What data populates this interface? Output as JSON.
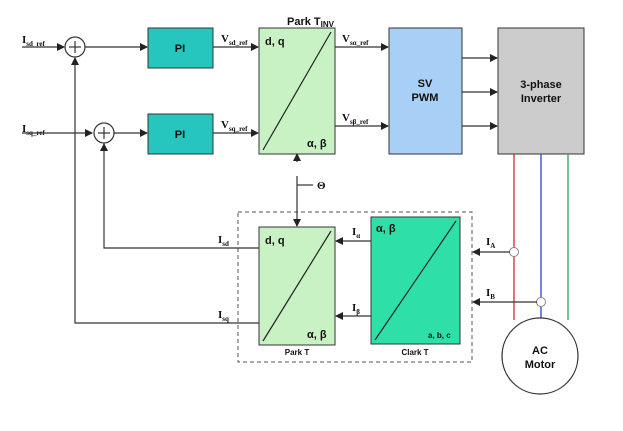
{
  "inputs": {
    "isd_ref": "I",
    "isd_ref_sub": "sd_ref",
    "isq_ref": "I",
    "isq_ref_sub": "sq_ref"
  },
  "pi_blocks": [
    {
      "label": "PI"
    },
    {
      "label": "PI"
    }
  ],
  "references": {
    "vsd_ref": "V",
    "vsd_ref_sub": "sd_ref",
    "vsq_ref": "V",
    "vsq_ref_sub": "sq_ref",
    "vsa_ref": "V",
    "vsa_ref_sub": "sα_ref",
    "vsb_ref": "V",
    "vsb_ref_sub": "sβ_ref"
  },
  "park_inv": {
    "title": "Park T",
    "title_sub": "INV",
    "top_label": "d, q",
    "bottom_label": "α, β"
  },
  "svpwm": {
    "line1": "SV",
    "line2": "PWM"
  },
  "inverter": {
    "line1": "3-phase",
    "line2": "Inverter"
  },
  "theta": "Θ",
  "park_t": {
    "title": "Park T",
    "top_label": "d, q",
    "bottom_label": "α, β"
  },
  "clark_t": {
    "title": "Clark T",
    "top_label": "α, β",
    "bottom_label": "a, b, c"
  },
  "feedback": {
    "isd": "I",
    "isd_sub": "sd",
    "isq": "I",
    "isq_sub": "sq",
    "i_alpha": "I",
    "i_alpha_sub": "α",
    "i_beta": "I",
    "i_beta_sub": "β",
    "ia": "I",
    "ia_sub": "A",
    "ib": "I",
    "ib_sub": "B"
  },
  "motor": {
    "line1": "AC",
    "line2": "Motor"
  },
  "colors": {
    "pi_fill": "#26c6bf",
    "park_fill": "#c9f2c4",
    "svpwm_fill": "#a8cff5",
    "inverter_fill": "#cccccc",
    "clark_fill": "#2ee0a8",
    "phase_a": "#d93a3a",
    "phase_b": "#3a4fd9",
    "phase_c": "#3aa860"
  }
}
